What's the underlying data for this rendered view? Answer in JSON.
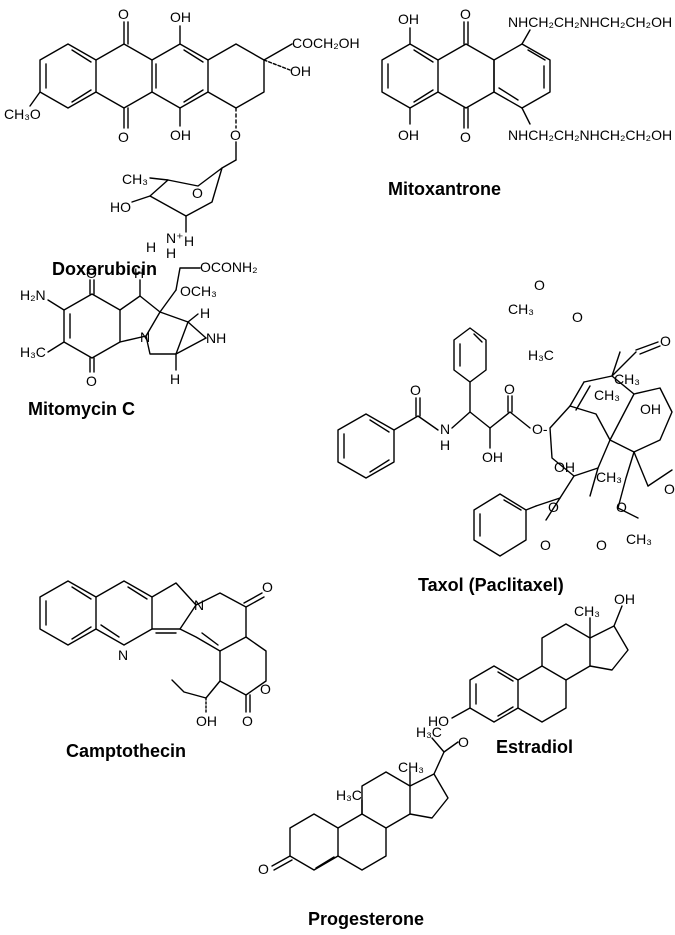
{
  "molecules": {
    "doxorubicin": {
      "name": "Doxorubicin",
      "labels": {
        "o_top1": "O",
        "oh_top": "OH",
        "side_chain": "COCH₂OH",
        "oh_ring": "OH",
        "ch3o": "CH₃O",
        "o_bot1": "O",
        "oh_bot": "OH",
        "o_link": "O",
        "ch3": "CH₃",
        "o_sugar": "O",
        "ho": "HO",
        "h1": "H",
        "n_plus": "N⁺",
        "h2": "H",
        "h3": "H"
      }
    },
    "mitoxantrone": {
      "name": "Mitoxantrone",
      "labels": {
        "oh_top": "OH",
        "o_top": "O",
        "amine_top": "NHCH₂CH₂NHCH₂CH₂OH",
        "oh_bot": "OH",
        "o_bot": "O",
        "amine_bot": "NHCH₂CH₂NHCH₂CH₂OH"
      }
    },
    "mitomycin": {
      "name": "Mitomycin C",
      "labels": {
        "h2n": "H₂N",
        "o_top": "O",
        "h_top": "H",
        "carbamate": "OCONH₂",
        "och3": "OCH₃",
        "h_right": "H",
        "h3c": "H₃C",
        "n_ring": "N",
        "nh": "NH",
        "o_bot": "O",
        "h_bot": "H"
      }
    },
    "taxol": {
      "name": "Taxol (Paclitaxel)",
      "labels": {
        "o_top": "O",
        "ch3_acetyl": "CH₃",
        "o_ester": "O",
        "o_ketone": "O",
        "h3c": "H₃C",
        "ch3_a": "CH₃",
        "ch3_b": "CH₃",
        "oh_right": "OH",
        "o_amide": "O",
        "n": "N",
        "h": "H",
        "o_carbonyl": "O",
        "o_link": "O-",
        "oh_side": "OH",
        "oh_core": "OH",
        "ch3_c": "CH₃",
        "o_benz": "O",
        "o_oxet": "O",
        "o_acet2": "O",
        "o_benzc": "O",
        "o_acetc": "O",
        "ch3_d": "CH₃"
      }
    },
    "camptothecin": {
      "name": "Camptothecin",
      "labels": {
        "n_ring": "N",
        "n_quin": "N",
        "o_keto": "O",
        "o_lact": "O",
        "o_carb": "O",
        "oh": "OH"
      }
    },
    "estradiol": {
      "name": "Estradiol",
      "labels": {
        "ch3": "CH₃",
        "oh": "OH",
        "ho": "HO"
      }
    },
    "progesterone": {
      "name": "Progesterone",
      "labels": {
        "h3c_acetyl": "H₃C",
        "o_acetyl": "O",
        "ch3_13": "CH₃",
        "h3c_10": "H₃C",
        "o_3": "O"
      }
    }
  }
}
